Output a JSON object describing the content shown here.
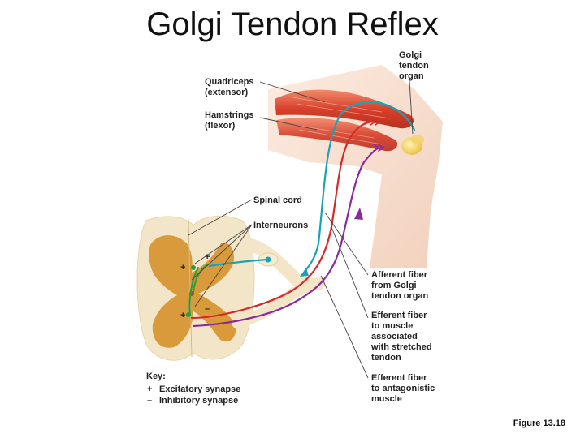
{
  "title": "Golgi Tendon Reflex",
  "labels": {
    "golgi_tendon_organ": [
      "Golgi",
      "tendon",
      "organ"
    ],
    "quadriceps": [
      "Quadriceps",
      "(extensor)"
    ],
    "hamstrings": [
      "Hamstrings",
      "(flexor)"
    ],
    "spinal_cord": "Spinal cord",
    "interneurons": "Interneurons",
    "afferent_fiber": [
      "Afferent fiber",
      "from Golgi",
      "tendon organ"
    ],
    "efferent_stretched": [
      "Efferent fiber",
      "to muscle",
      "associated",
      "with stretched",
      "tendon"
    ],
    "efferent_antagonistic": [
      "Efferent fiber",
      "to antagonistic",
      "muscle"
    ]
  },
  "key": {
    "title": "Key:",
    "items": [
      {
        "symbol": "+",
        "label": "Excitatory synapse"
      },
      {
        "symbol": "–",
        "label": "Inhibitory synapse"
      }
    ]
  },
  "synapse_signs": [
    "+",
    "+",
    "+",
    "–"
  ],
  "caption": "Figure 13.18",
  "colors": {
    "afferent": "#1aa3b8",
    "efferent_red": "#d42a2a",
    "efferent_purple": "#8a2a9e",
    "interneuron": "#2f9a3a",
    "muscle": "#e05a3c",
    "gray_matter": "#d89a3a",
    "white_matter": "#f3e6c8",
    "skin": "#f6d8c4"
  }
}
